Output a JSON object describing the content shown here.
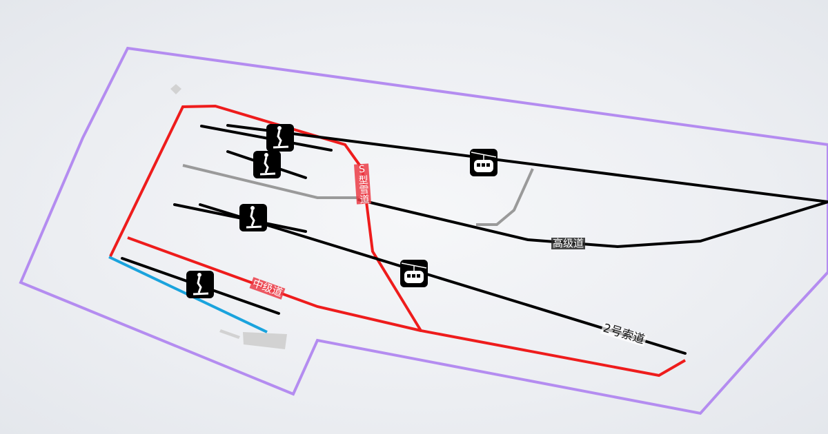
{
  "map": {
    "labels": {
      "s_run": "S型雪道",
      "advanced_run": "高级道",
      "intermediate_run": "中级道",
      "lift_2": "2号索道"
    },
    "colors": {
      "boundary": "#b48cf0",
      "intermediate_run": "#ee1c1c",
      "lift": "#000000",
      "path": "#9a9a9a",
      "easy_run": "#1aa3dd"
    },
    "icons": [
      "skier-icon",
      "skier-icon",
      "skier-icon",
      "skier-icon",
      "gondola-icon",
      "gondola-icon"
    ]
  }
}
